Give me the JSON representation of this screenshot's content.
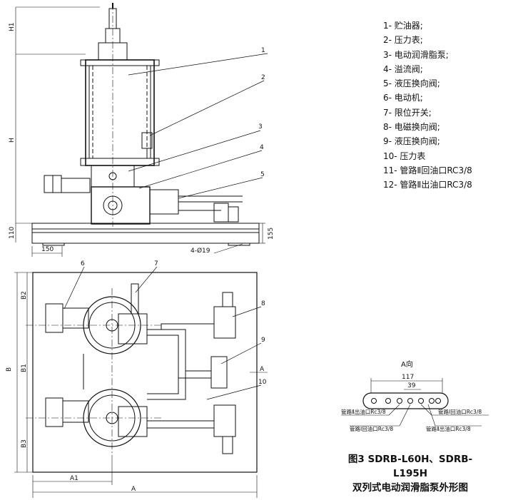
{
  "legend": [
    "1- 贮油器;",
    "2- 压力表;",
    "3- 电动润滑脂泵;",
    "4- 溢流阀;",
    "5- 液压换向阀;",
    "6- 电动机;",
    "7- 限位开关;",
    "8- 电磁换向阀;",
    "9- 液压换向阀;",
    "10- 压力表",
    "11- 管路Ⅱ回油口RC3/8",
    "12- 管路Ⅱ出油口RC3/8"
  ],
  "caption": {
    "line1": "图3 SDRB-L60H、SDRB-L195H",
    "line2": "双列式电动润滑脂泵外形图"
  },
  "callouts": [
    "1",
    "2",
    "3",
    "4",
    "5",
    "6",
    "7",
    "8",
    "9",
    "10"
  ],
  "dimensions": {
    "h1": "H1",
    "h": "H",
    "d110": "110",
    "d150": "150",
    "d4_19": "4-Ø19",
    "d155": "155",
    "b2": "B2",
    "b1": "B1",
    "b": "B",
    "b3": "B3",
    "a1": "A1",
    "a": "A",
    "a_dir": "A"
  },
  "view_a": {
    "title": "A向",
    "d117": "117",
    "d39": "39",
    "port_l1": "管路Ⅱ出油口Rc3/8",
    "port_l2": "管路Ⅰ回油口Rc3/8",
    "port_r1": "管路Ⅰ回油口Rc3/8",
    "port_r2": "管路Ⅱ出油口Rc3/8"
  }
}
